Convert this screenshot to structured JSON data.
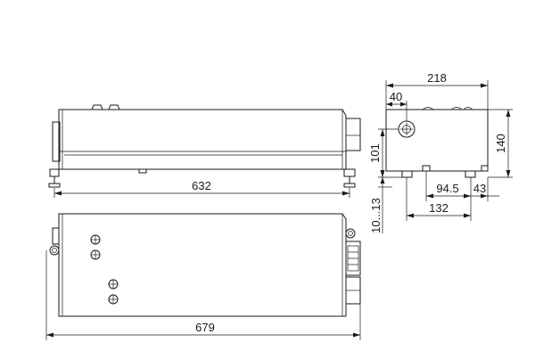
{
  "dimensions": {
    "side_length": "632",
    "top_length": "679",
    "end_width": "218",
    "end_offset": "40",
    "end_height": "140",
    "hole_height": "101",
    "foot_spacing_a": "94.5",
    "foot_spacing_b": "43",
    "foot_spacing_c": "132",
    "foot_adjust": "10...13"
  }
}
